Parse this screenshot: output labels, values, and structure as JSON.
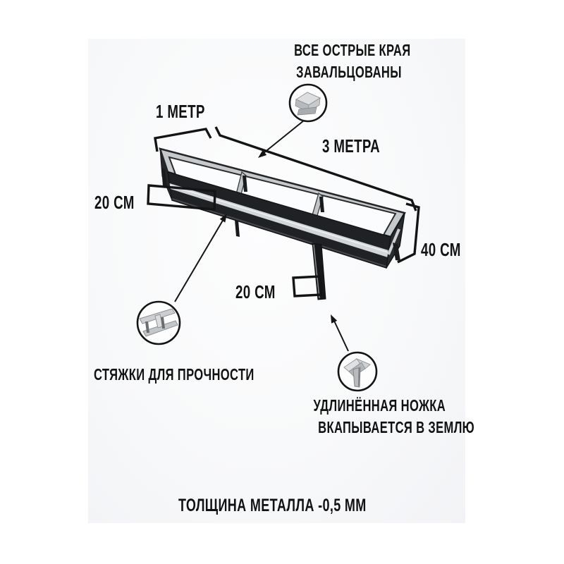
{
  "page": {
    "background": "#ffffff",
    "card_background": "#f6f7f9",
    "text_color": "#121212",
    "line_color": "#141414",
    "frame_dark_color": "#1e1f22",
    "frame_light_color": "#c9ccd0"
  },
  "dimensions": {
    "width_label": "1 МЕТР",
    "length_label": "3 МЕТРА",
    "side_height_label": "20 СМ",
    "total_height_label": "40 СМ",
    "leg_depth_label": "20 СМ"
  },
  "annotations": {
    "edges_note": {
      "line1": "ВСЕ ОСТРЫЕ КРАЯ",
      "line2": "ЗАВАЛЬЦОВАНЫ"
    },
    "ties_note": "СТЯЖКИ ДЛЯ ПРОЧНОСТИ",
    "leg_note": {
      "line1": "УДЛИНЁННАЯ НОЖКА",
      "line2": "ВКАПЫВАЕТСЯ В ЗЕМЛЮ"
    },
    "thickness_note": "ТОЛЩИНА МЕТАЛЛА -0,5 ММ"
  },
  "icons": {
    "rolled_edge": "rolled-edge-icon",
    "cross_ties": "cross-ties-icon",
    "extended_leg": "extended-leg-icon"
  }
}
